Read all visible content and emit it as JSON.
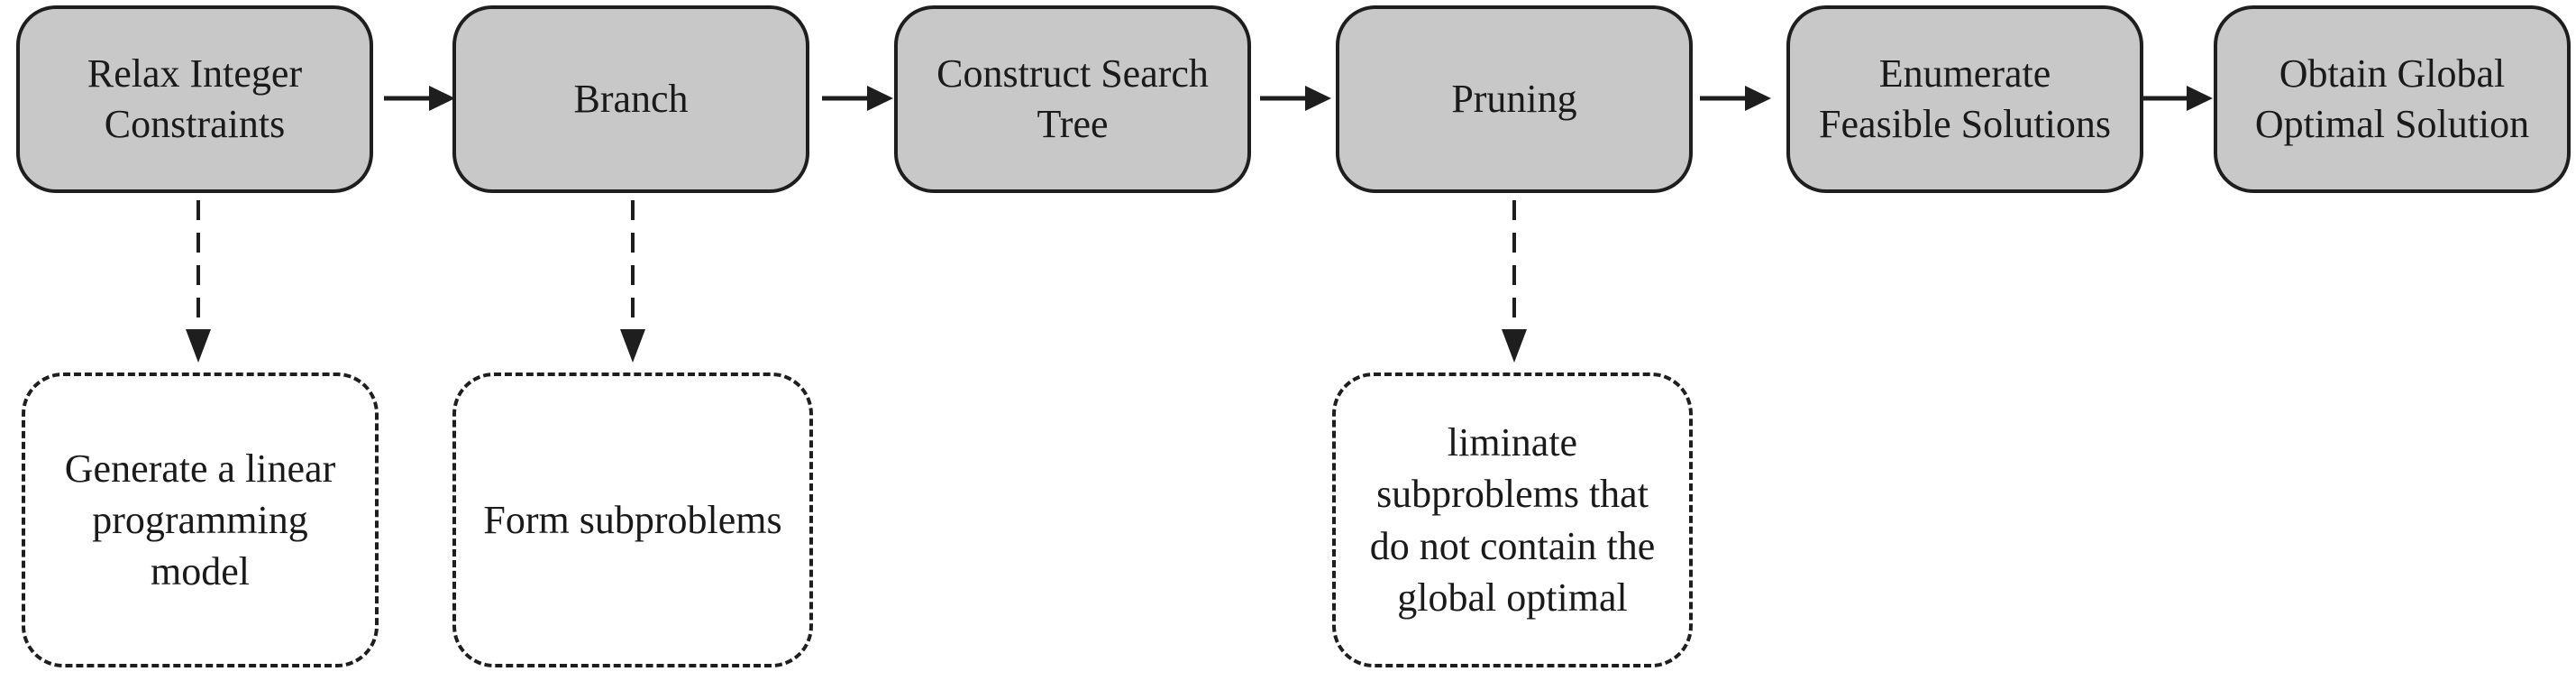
{
  "diagram": {
    "type": "flowchart",
    "background_color": "#ffffff",
    "node_fill_color": "#c8c8c8",
    "line_color": "#1e1e1e",
    "text_color": "#1a1a1a",
    "nodes": [
      {
        "id": "relax-integer-constraints",
        "label": "Relax Integer\nConstraints"
      },
      {
        "id": "branch",
        "label": "Branch"
      },
      {
        "id": "construct-search-tree",
        "label": "Construct Search\nTree"
      },
      {
        "id": "pruning",
        "label": "Pruning"
      },
      {
        "id": "enumerate-feasible-solutions",
        "label": "Enumerate\nFeasible Solutions"
      },
      {
        "id": "obtain-global-optimal-solution",
        "label": "Obtain Global\nOptimal Solution"
      }
    ],
    "flow_arrows": [
      {
        "from": "relax-integer-constraints",
        "to": "branch",
        "style": "solid-right"
      },
      {
        "from": "branch",
        "to": "construct-search-tree",
        "style": "solid-right"
      },
      {
        "from": "construct-search-tree",
        "to": "pruning",
        "style": "solid-right"
      },
      {
        "from": "pruning",
        "to": "enumerate-feasible-solutions",
        "style": "solid-right"
      },
      {
        "from": "enumerate-feasible-solutions",
        "to": "obtain-global-optimal-solution",
        "style": "solid-right"
      }
    ],
    "annotations": [
      {
        "for": "relax-integer-constraints",
        "label": "Generate a linear\nprogramming\nmodel",
        "arrow_style": "dashed-down"
      },
      {
        "for": "branch",
        "label": "Form subproblems",
        "arrow_style": "dashed-down"
      },
      {
        "for": "pruning",
        "label": "liminate\nsubproblems that\ndo not contain the\nglobal optimal",
        "arrow_style": "dashed-down"
      }
    ]
  }
}
